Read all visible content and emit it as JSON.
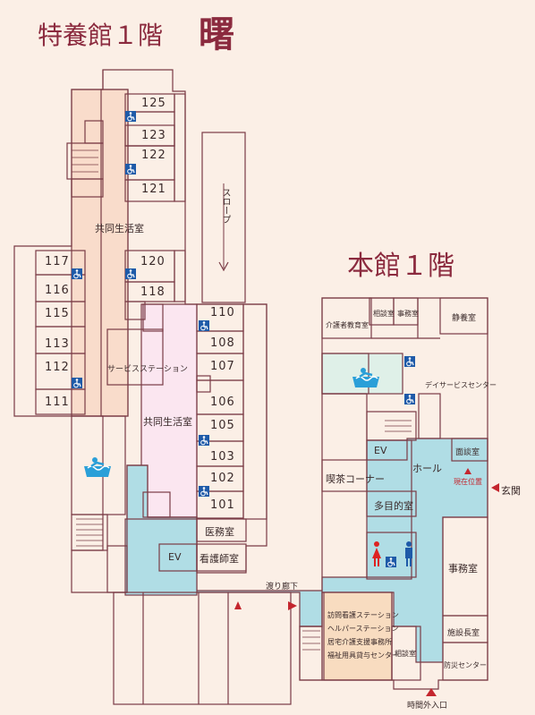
{
  "titles": {
    "annex": "特養館１階",
    "annex_name": "曙",
    "main": "本館１階"
  },
  "annex_rooms": {
    "r125": "125",
    "r123": "123",
    "r122": "122",
    "r121": "121",
    "r117": "117",
    "r116": "116",
    "r115": "115",
    "r113": "113",
    "r112": "112",
    "r111": "111",
    "r120": "120",
    "r118": "118",
    "r110": "110",
    "r108": "108",
    "r107": "107",
    "r106": "106",
    "r105": "105",
    "r103": "103",
    "r102": "102",
    "r101": "101",
    "common_upper": "共同生活室",
    "common_lower": "共同生活室",
    "service_station": "サービスステーション",
    "slope": "スロープ",
    "medical": "医務室",
    "ev": "EV",
    "nurse": "看護師室"
  },
  "corridor": "渡り廊下",
  "main_rooms": {
    "care_class": "介護者教育室",
    "consult1": "相談室",
    "office_small": "事務室",
    "quiet": "静養室",
    "day_service": "デイサービスセンター",
    "ev": "EV",
    "interview": "面談室",
    "hall": "ホール",
    "tea_corner": "喫茶コーナー",
    "multi": "多目的室",
    "office": "事務室",
    "visit_nursing": "訪問看護ステーション",
    "helper": "ヘルパーステーション",
    "care_support": "居宅介護支援事務所",
    "welfare": "福祉用具貸与センター",
    "consult2": "相談室",
    "director": "施設長室",
    "disaster": "防災センター"
  },
  "markers": {
    "current": "現在位置",
    "entrance": "玄関",
    "night_entrance": "時間外入口"
  },
  "colors": {
    "title": "#8b2a3e",
    "corridor": "#b0dde5",
    "common_annex": "#f9dccb",
    "common_annex2": "#fbe6f0",
    "office_zone": "#f8dcc0",
    "marker": "#c4262e"
  }
}
